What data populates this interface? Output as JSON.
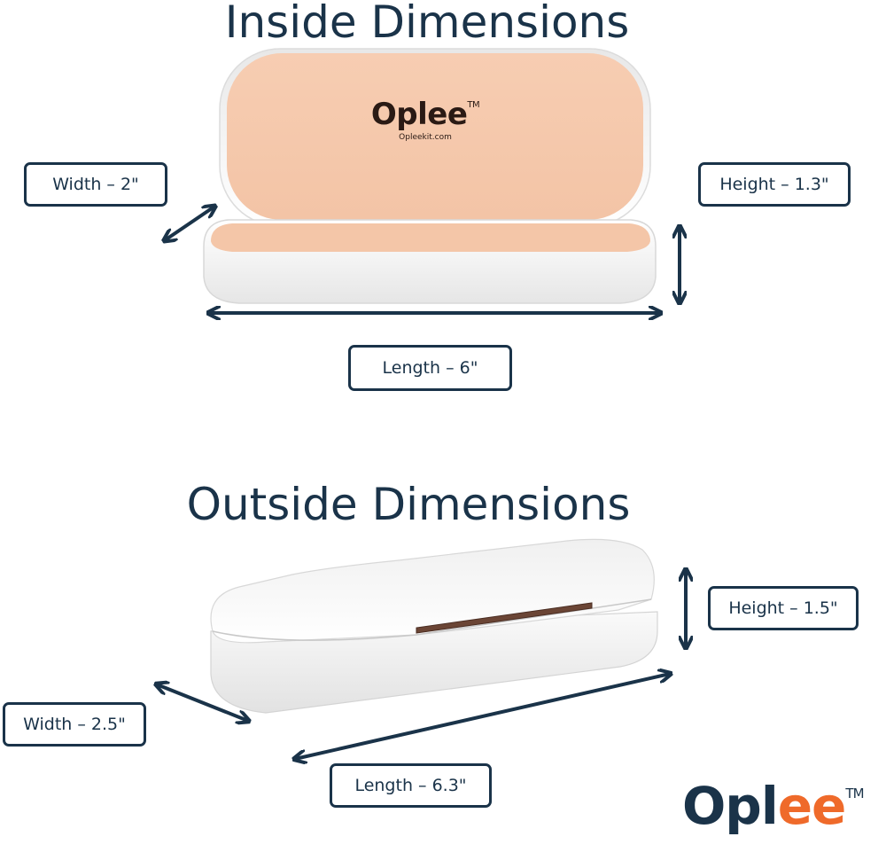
{
  "headings": {
    "inside": "Inside Dimensions",
    "outside": "Outside Dimensions"
  },
  "inside": {
    "width": "Width – 2\"",
    "height": "Height – 1.3\"",
    "length": "Length – 6\""
  },
  "outside": {
    "width": "Width – 2.5\"",
    "height": "Height – 1.5\"",
    "length": "Length – 6.3\""
  },
  "case_logo": {
    "brand": "Oplee",
    "tm": "TM",
    "site": "Opleekit.com"
  },
  "brand": {
    "op": "Opl",
    "ee": "ee",
    "tm": "TM"
  },
  "colors": {
    "navy": "#1a3349",
    "orange": "#ef6a2a",
    "lining": "#f6c9ad",
    "case_white": "#f7f7f7"
  }
}
